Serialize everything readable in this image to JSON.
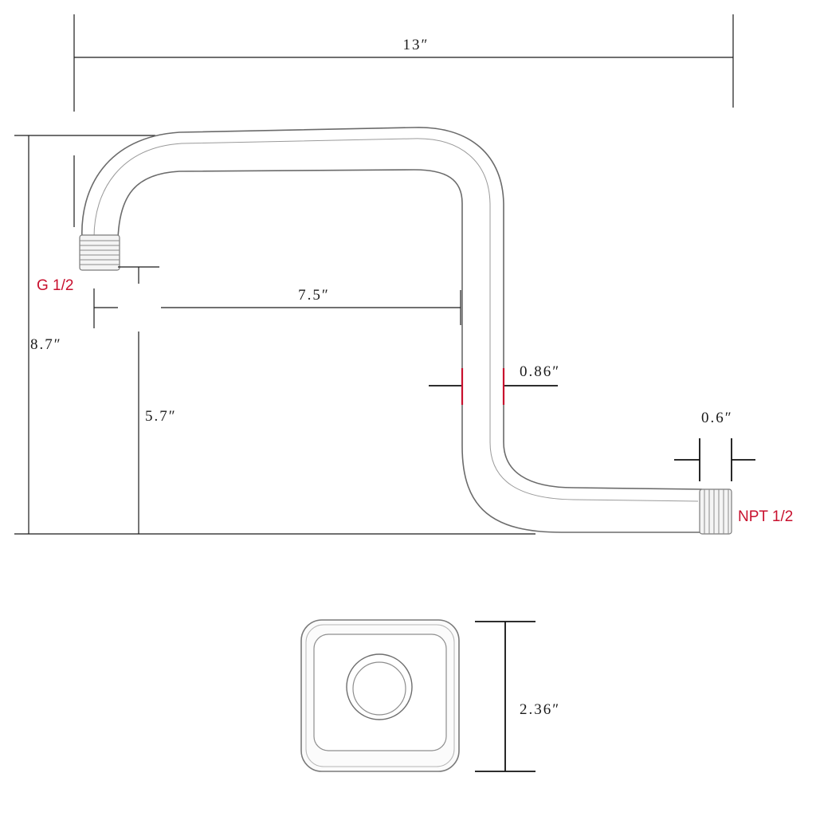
{
  "diagram": {
    "dimensions": {
      "overall_width": "13″",
      "overall_height": "8.7″",
      "horizontal_offset": "7.5″",
      "vertical_offset": "5.7″",
      "pipe_diameter": "0.86″",
      "thread_length": "0.6″",
      "flange_size": "2.36″"
    },
    "callouts": {
      "inlet_thread": "G 1/2",
      "outlet_thread": "NPT 1/2"
    },
    "colors": {
      "callout": "#c8102e",
      "marker": "#c8102e",
      "line": "#1a1a1a"
    }
  }
}
